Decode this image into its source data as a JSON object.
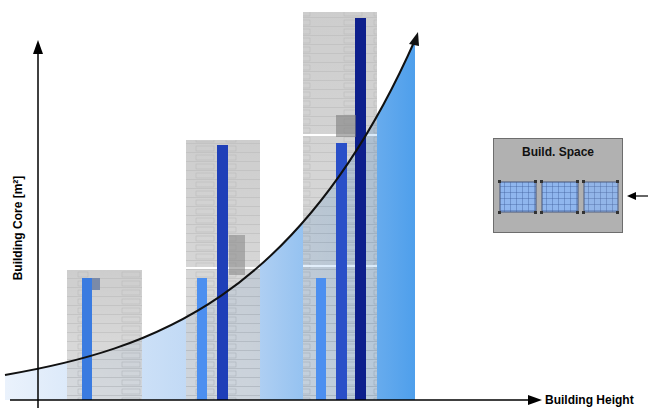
{
  "diagram": {
    "nodes": [
      {
        "text": [
          "Build. Space"
        ]
      }
    ],
    "labels": [
      "Building Core [m²]",
      "Building Height"
    ]
  }
}
